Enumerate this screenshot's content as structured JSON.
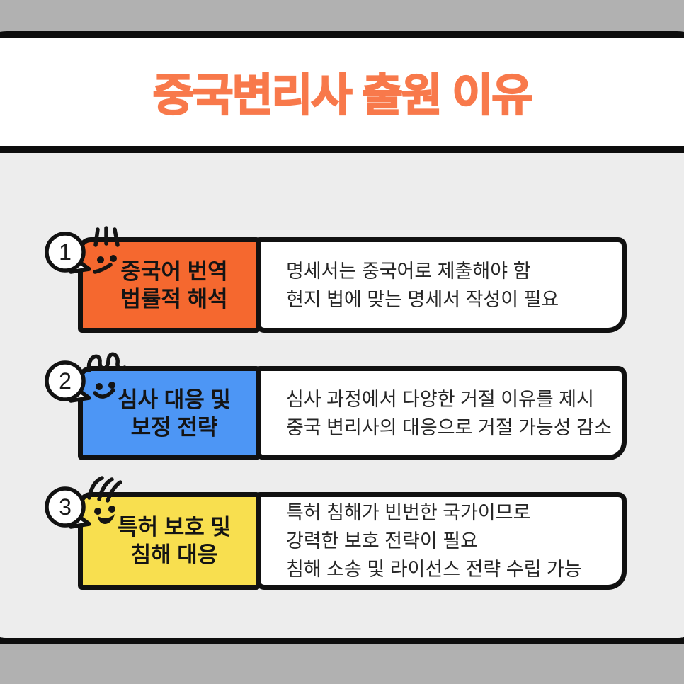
{
  "title": "중국변리사 출원 이유",
  "colors": {
    "outer_background": "#b1b1b1",
    "card_background": "#ffffff",
    "body_background": "#ededed",
    "border_black": "#111111",
    "title_text": "#f8794b",
    "item1_box": "#f5682f",
    "item2_box": "#4d96f5",
    "item3_box": "#f8df4f"
  },
  "items": [
    {
      "number": "1",
      "color": "#f5682f",
      "face": "spiky-hair-face",
      "label_lines": [
        "중국어 번역",
        "법률적 해석"
      ],
      "desc_lines": [
        "명세서는 중국어로 제출해야 함",
        "현지 법에 맞는 명세서 작성이 필요"
      ]
    },
    {
      "number": "2",
      "color": "#4d96f5",
      "face": "curly-hair-face",
      "label_lines": [
        "심사 대응 및",
        "보정 전략"
      ],
      "desc_lines": [
        "심사 과정에서 다양한 거절 이유를 제시",
        "중국 변리사의 대응으로 거절 가능성 감소"
      ]
    },
    {
      "number": "3",
      "color": "#f8df4f",
      "face": "swept-hair-face",
      "label_lines": [
        "특허 보호 및",
        "침해 대응"
      ],
      "desc_lines": [
        "특허 침해가 빈번한 국가이므로",
        "강력한 보호 전략이 필요",
        "침해 소송 및 라이선스 전략 수립 가능"
      ]
    }
  ]
}
